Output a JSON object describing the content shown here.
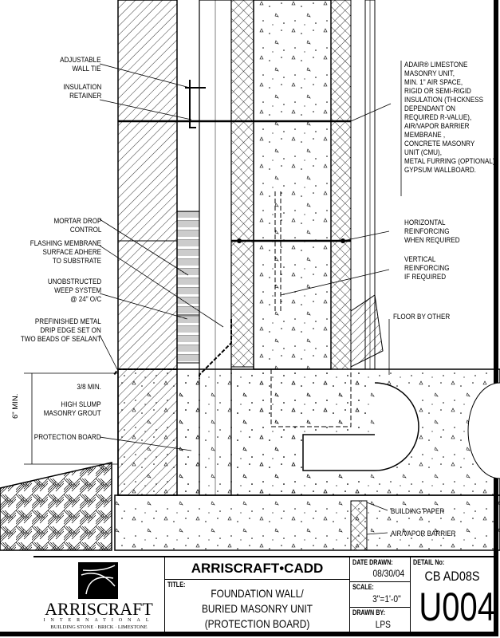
{
  "callouts_left": [
    "ADJUSTABLE\nWALL TIE",
    "INSULATION\nRETAINER",
    "MORTAR DROP\nCONTROL",
    "FLASHING MEMBRANE\nSURFACE ADHERE\nTO SUBSTRATE",
    "UNOBSTRUCTED\nWEEP SYSTEM\n@ 24\" O/C",
    "PREFINISHED METAL\nDRIP EDGE SET ON\nTWO BEADS OF SEALANT",
    "3/8 MIN.",
    "HIGH SLUMP\nMASONRY GROUT",
    "PROTECTION BOARD"
  ],
  "dimension_label": "6\" MIN.",
  "callouts_right": [
    "ADAIR® LIMESTONE\nMASONRY UNIT,\nMIN. 1\" AIR SPACE,\nRIGID OR SEMI-RIGID\nINSULATION (THICKNESS\nDEPENDANT ON\nREQUIRED R-VALUE),\nAIR/VAPOR BARRIER\nMEMBRANE ,\nCONCRETE MASONRY\nUNIT (CMU),\nMETAL FURRING (OPTIONAL),\nGYPSUM WALLBOARD.",
    "HORIZONTAL\nREINFORCING\nWHEN REQUIRED",
    "VERTICAL\nREINFORCING\nIF REQUIRED",
    "FLOOR BY OTHER",
    "BUILDING PAPER",
    "AIR/VAPOR BARRIER"
  ],
  "title_block": {
    "logo_name": "ARRISCRAFT",
    "logo_sub": "INTERNATIONAL",
    "logo_tagline": "BUILDING STONE · BRICK · LIMESTONE",
    "brand": "ARRISCRAFT•CADD",
    "title_label": "TITLE:",
    "title_lines": [
      "FOUNDATION WALL/",
      "BURIED MASONRY UNIT",
      "(PROTECTION BOARD)"
    ],
    "date_label": "DATE DRAWN:",
    "date": "08/30/04",
    "scale_label": "SCALE:",
    "scale": "3\"=1'-0\"",
    "drawn_by_label": "DRAWN BY:",
    "drawn_by": "LPS",
    "detail_label": "DETAIL No:",
    "detail_code": "CB AD08S",
    "detail_number": "U004"
  }
}
